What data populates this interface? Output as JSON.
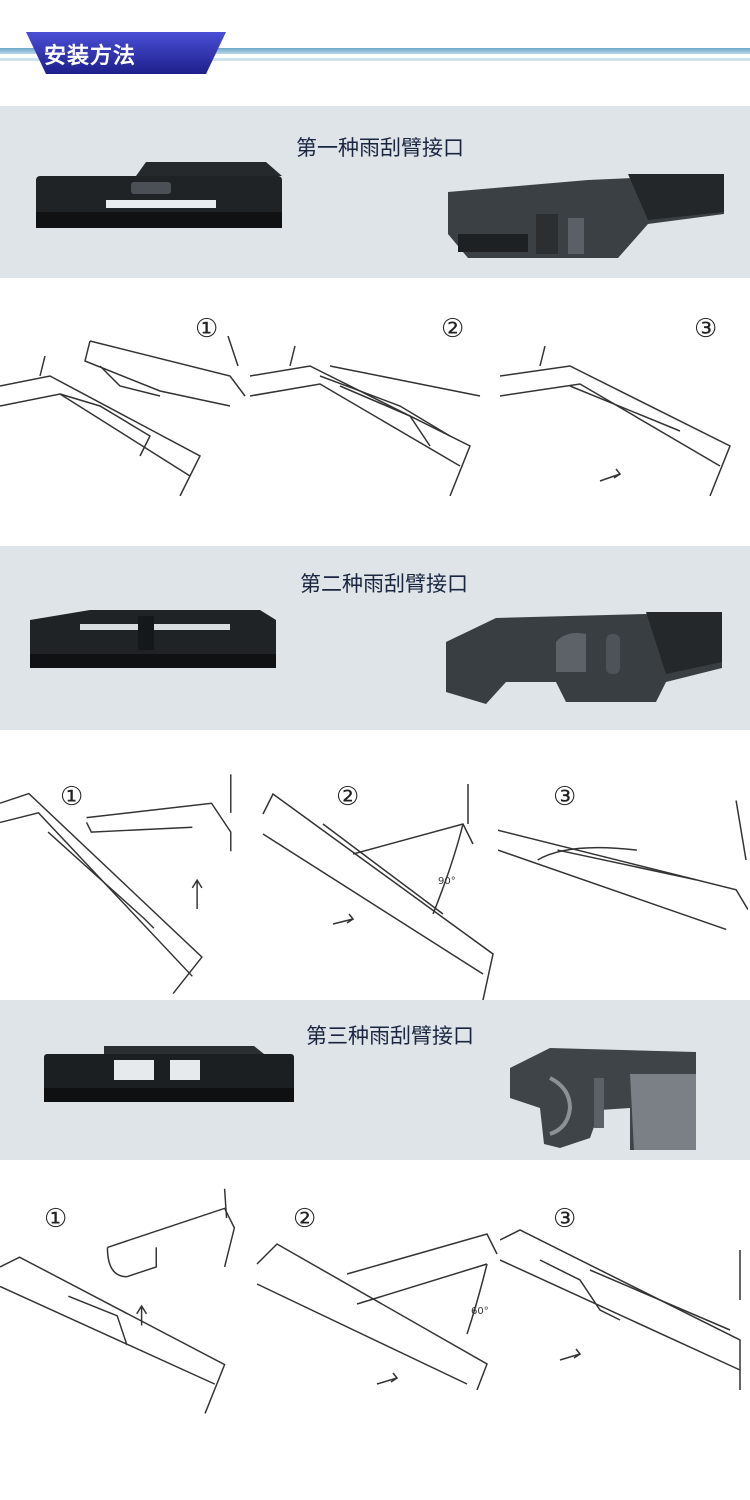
{
  "header": {
    "title": "安装方法"
  },
  "sections": [
    {
      "title": "第一种雨刮臂接口",
      "steps": [
        "①",
        "②",
        "③"
      ]
    },
    {
      "title": "第二种雨刮臂接口",
      "steps": [
        "①",
        "②",
        "③"
      ]
    },
    {
      "title": "第三种雨刮臂接口",
      "steps": [
        "①",
        "②",
        "③"
      ]
    }
  ],
  "annotations": {
    "angle_2_2": "90°",
    "angle_3_2": "60°"
  }
}
